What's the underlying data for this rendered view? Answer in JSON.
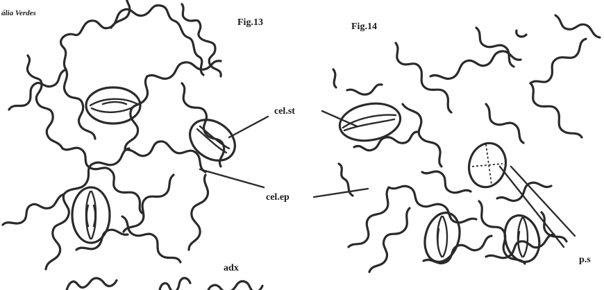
{
  "author": "ália Verdes",
  "figures": {
    "fig13": {
      "title": "Fig.13",
      "surface": "adx"
    },
    "fig14": {
      "title": "Fig.14",
      "surface": "p.s"
    }
  },
  "labels": {
    "guard_cells": "cel.st",
    "epidermal_cells": "cel.ep"
  }
}
